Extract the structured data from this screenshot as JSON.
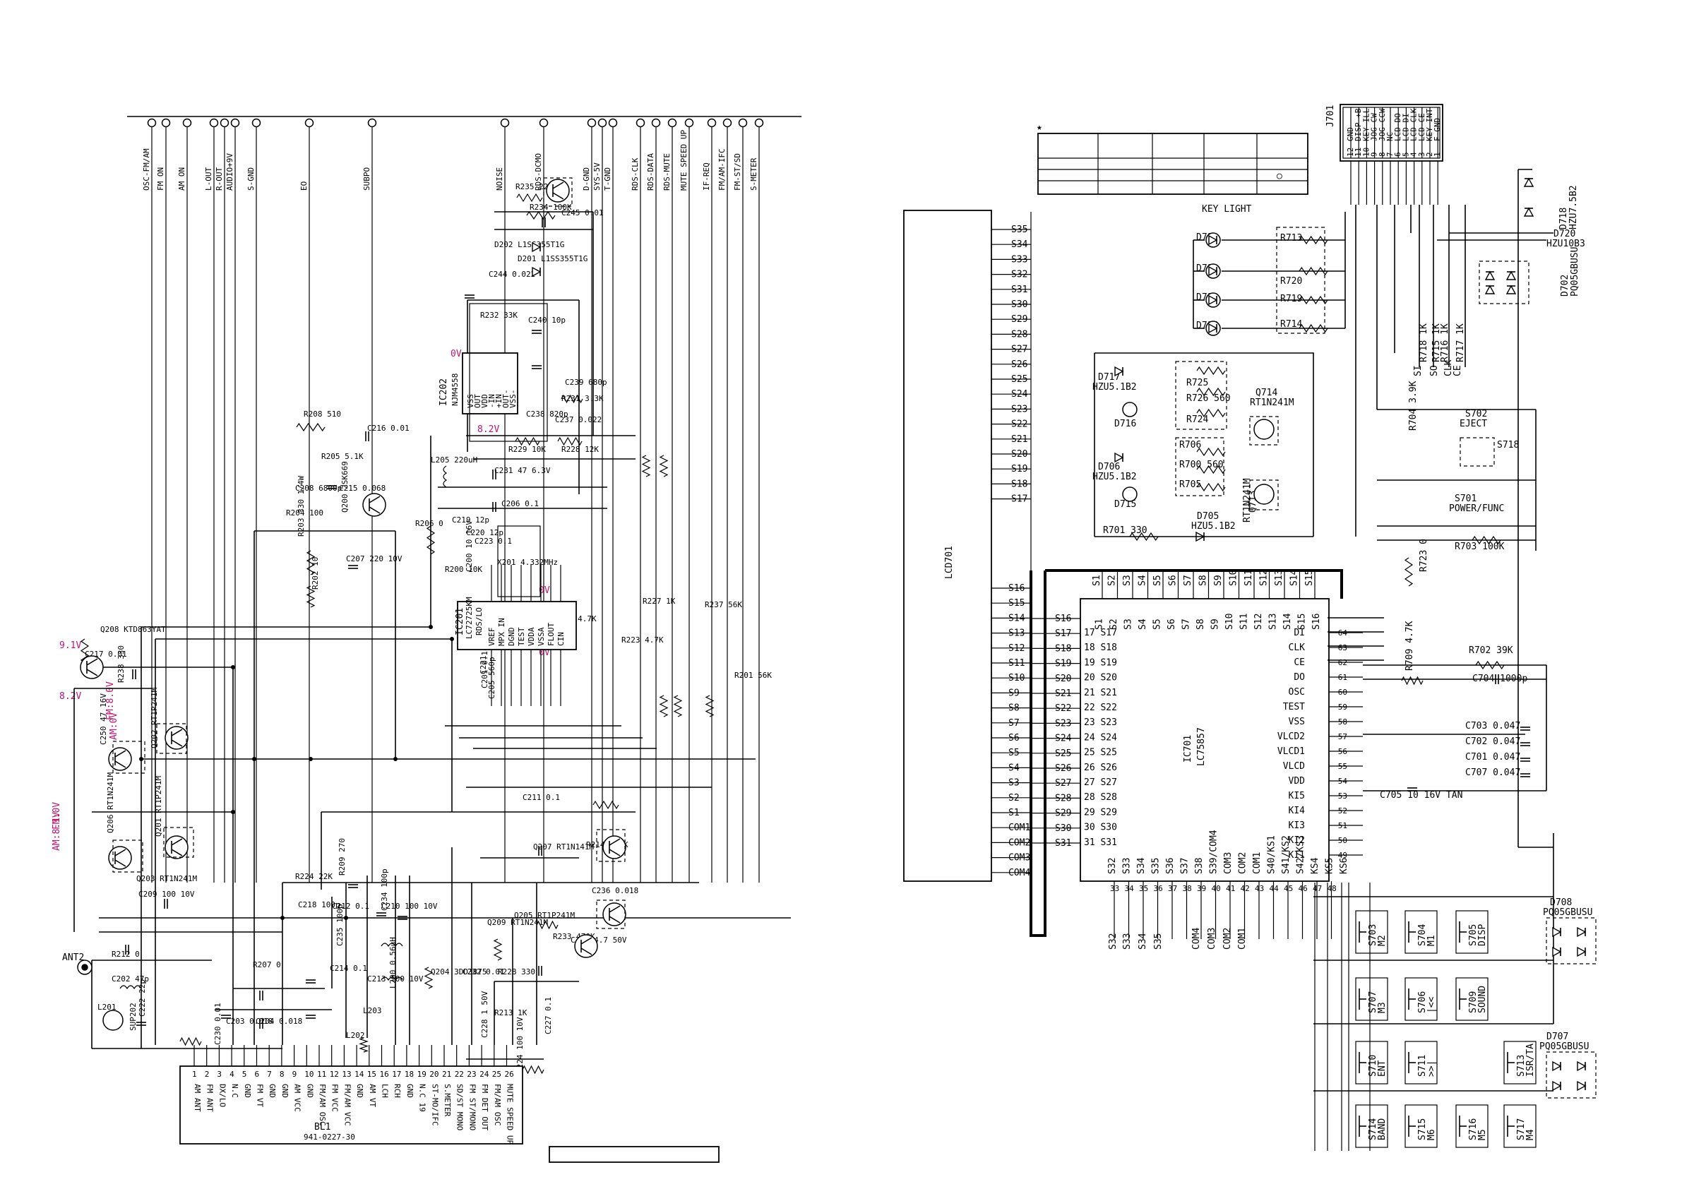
{
  "colors": {
    "ink": "#000000",
    "voltage": "#c0146e",
    "paper": "#ffffff"
  },
  "top_signals": [
    "OSC-FM/AM",
    "FM ON",
    "AM ON",
    "L-OUT",
    "R-OUT",
    "AUDIO+9V",
    "S-GND",
    "EO",
    "SUBPO",
    "NOISE",
    "RDS-DCMO",
    "D-GND",
    "SYS-5V",
    "T-GND",
    "RDS-CLK",
    "RDS-DATA",
    "RDS-MUTE",
    "MUTE SPEED UP",
    "IF-REQ",
    "FM/AM-IFC",
    "FM-ST/SD",
    "S-METER"
  ],
  "tuner": {
    "ref": "BL1",
    "part": "941-0227-30",
    "pins": [
      "AM ANT",
      "FM ANT",
      "DX/LO",
      "N.C",
      "GND",
      "FM VT",
      "GND",
      "GND",
      "AM VCC",
      "GND",
      "FM/AM OSC",
      "FM VCC",
      "FM/AM VCC",
      "GND",
      "AM VT",
      "LCH",
      "RCH",
      "GND",
      "N.C 19",
      "ST-MO/IFC",
      "S.METER",
      "SD/ST MONO",
      "FM ST/MONO",
      "FM DET OUT",
      "FM/AM OSC",
      "MUTE SPEED UP"
    ],
    "ant_ref": "ANT2"
  },
  "ic201": {
    "ref": "IC201",
    "part": "LC72725KM",
    "label": "RDS/LO",
    "pins": [
      "VREF",
      "MPX IN",
      "DGND",
      "TEST",
      "VDDA",
      "VSSA",
      "FLOUT",
      "CIN"
    ]
  },
  "ic202": {
    "ref": "IC202",
    "part": "NJM4558",
    "pins": [
      "VSS",
      "OUT",
      "VDD",
      "-IN",
      "+IN",
      "OUT-",
      "VSS-"
    ]
  },
  "voltages": [
    "9.1V",
    "8.2V",
    "FM:8.0V",
    "AM:0V",
    "AM:8.1V",
    "FM:0V",
    "8.2V",
    "0V",
    "0V",
    "0V"
  ],
  "parts_left": [
    "R235 220",
    "R234 100K",
    "C245 0.01",
    "D202 L1SS355T1G",
    "D201 L1SS355T1G",
    "C244 0.022",
    "R232 33K",
    "C240 10p",
    "C239 680p",
    "R231 3.3K",
    "C238 820p",
    "C237 0.022",
    "R229 10K",
    "R228 12K",
    "R208 510",
    "C216 0.01",
    "R205 5.1K",
    "C215 0.068",
    "Q200 2SK669",
    "C208 6800p",
    "R204 100",
    "R203 330 1/4W",
    "C207 220 10V",
    "R202 10",
    "L205 220uH",
    "C231 47 6.3V",
    "C206 0.1",
    "C219 12p",
    "C220 12p",
    "C223 0.1",
    "X201 4.332MHz",
    "R200 10K",
    "R206 0",
    "C200 10 16V",
    "C221 330p",
    "C201 0.1",
    "C205 560p",
    "R222 4.7K",
    "R223 4.7K",
    "R227 1K",
    "R237 56K",
    "R201 56K",
    "C217 0.01",
    "Q208 KTD863YAT",
    "R238 330",
    "C250 47 16V",
    "Q202 RT1P241M",
    "Q206 RT1N241M",
    "Q201 RT1P241M",
    "Q203 RT1N241M",
    "C209 100 10V",
    "C211 0.1",
    "Q207 RT1N141M",
    "R214 5.6K",
    "C236 0.018",
    "Q209 RT1N241M",
    "Q205 RT1P241M",
    "R233 470K",
    "C233 4.7 50V",
    "R228 330",
    "Q204 3DD3875",
    "C232 0.01",
    "R213 1K",
    "C228 1 50V",
    "C227 0.1",
    "C224 100 10V",
    "R224 22K",
    "C218 100p",
    "R209 270",
    "C212 0.1",
    "C210 100 10V",
    "C234 100p",
    "C235 100p",
    "C214 0.1",
    "C213 100 10V",
    "L203",
    "L202",
    "R207 0",
    "C204 0.018",
    "C203 0.018",
    "C230 0.01",
    "R212 0",
    "C202 47p",
    "L201",
    "SUP202",
    "C222 22p",
    "L200 0.56uH"
  ],
  "lcd": {
    "ref": "LCD701",
    "segments": [
      "S35",
      "S34",
      "S33",
      "S32",
      "S31",
      "S30",
      "S29",
      "S28",
      "S27",
      "S26",
      "S25",
      "S24",
      "S23",
      "S22",
      "S21",
      "S20",
      "S19",
      "S18",
      "S17"
    ],
    "segments2": [
      "S16",
      "S15",
      "S14",
      "S13",
      "S12",
      "S11",
      "S10",
      "S9",
      "S8",
      "S7",
      "S6",
      "S5",
      "S4",
      "S3",
      "S2",
      "S1",
      "COM1",
      "COM2",
      "COM3",
      "COM4"
    ]
  },
  "ic701": {
    "ref": "IC701",
    "part": "LC75857",
    "top_pins": [
      "S15",
      "S14",
      "S13",
      "S12",
      "S11",
      "S10",
      "S9",
      "S8",
      "S7",
      "S6",
      "S5",
      "S4",
      "S3",
      "S2",
      "S1"
    ],
    "top_inner": [
      "S16",
      "S15",
      "S14",
      "S13",
      "S12",
      "S11",
      "S10",
      "S9",
      "S8",
      "S7",
      "S6",
      "S5",
      "S4",
      "S3",
      "S2",
      "S1"
    ],
    "left_pins": [
      "17 S17",
      "18 S18",
      "19 S19",
      "20 S20",
      "21 S21",
      "22 S22",
      "23 S23",
      "24 S24",
      "25 S25",
      "26 S26",
      "27 S27",
      "28 S28",
      "29 S29",
      "30 S30",
      "31 S31"
    ],
    "left_outer": [
      "S16",
      "S17",
      "S18",
      "S19",
      "S20",
      "S21",
      "S22",
      "S23",
      "S24",
      "S25",
      "S26",
      "S27",
      "S28",
      "S29",
      "S30",
      "S31"
    ],
    "right_pins": [
      {
        "name": "DI",
        "num": "64"
      },
      {
        "name": "CLK",
        "num": "63"
      },
      {
        "name": "CE",
        "num": "62"
      },
      {
        "name": "DO",
        "num": "61"
      },
      {
        "name": "OSC",
        "num": "60"
      },
      {
        "name": "TEST",
        "num": "59"
      },
      {
        "name": "VSS",
        "num": "58"
      },
      {
        "name": "VLCD2",
        "num": "57"
      },
      {
        "name": "VLCD1",
        "num": "56"
      },
      {
        "name": "VLCD",
        "num": "55"
      },
      {
        "name": "VDD",
        "num": "54"
      },
      {
        "name": "KI5",
        "num": "53"
      },
      {
        "name": "KI4",
        "num": "52"
      },
      {
        "name": "KI3",
        "num": "51"
      },
      {
        "name": "KI2",
        "num": "50"
      },
      {
        "name": "KI1",
        "num": "49"
      }
    ],
    "bottom_pins": [
      "S32",
      "S33",
      "S34",
      "S35",
      "S36",
      "S37",
      "S38",
      "S39/COM4",
      "COM3",
      "COM2",
      "COM1",
      "S40/KS1",
      "S41/KS2",
      "S42/KS3",
      "KS4",
      "KS5",
      "KS6"
    ],
    "bottom_nums": [
      "33",
      "34",
      "35",
      "36",
      "37",
      "38",
      "39",
      "40",
      "41",
      "42",
      "43",
      "44",
      "45",
      "46",
      "47",
      "48"
    ],
    "bottom_out": [
      "S32",
      "S33",
      "S34",
      "S35",
      "COM4",
      "COM3",
      "COM2",
      "COM1"
    ]
  },
  "j701": {
    "ref": "J701",
    "pins": [
      {
        "n": "12",
        "s": "GND"
      },
      {
        "n": "11",
        "s": "DISP +B"
      },
      {
        "n": "10",
        "s": "KEY ILL"
      },
      {
        "n": "9",
        "s": "JOG-CW"
      },
      {
        "n": "8",
        "s": "JOG-CCW"
      },
      {
        "n": "7",
        "s": "NC"
      },
      {
        "n": "6",
        "s": "LCD-DO"
      },
      {
        "n": "5",
        "s": "LCD-DI"
      },
      {
        "n": "4",
        "s": "LCD-CLK"
      },
      {
        "n": "3",
        "s": "LCD-CE"
      },
      {
        "n": "2",
        "s": "KEY INT"
      },
      {
        "n": "1",
        "s": "F-GND"
      }
    ]
  },
  "parts_right": [
    "KEY LIGHT",
    "D711",
    "D713",
    "D712",
    "D714",
    "R713",
    "R720",
    "R719",
    "R714",
    "D718 HZU7.5B2",
    "D720 HZU10B3",
    "D702 PQ05GBUSU",
    "R718 1K",
    "R715 1K",
    "R716 1K",
    "R717 1K",
    "SI",
    "SO",
    "CLK",
    "CE",
    "D717 HZU5.1B2",
    "D716",
    "R725",
    "R726 560",
    "R724",
    "Q714 RT1N241M",
    "D706 HZU5.1B2",
    "D715",
    "R706",
    "R700 560",
    "R705",
    "Q713 RT1N241M",
    "D705 HZU5.1B2",
    "R701 330",
    "S702 EJECT",
    "R704 3.9K",
    "S718",
    "S701 POWER/FUNC",
    "R703 100K",
    "R723 0",
    "R702 39K",
    "R709 4.7K",
    "C704 1000p",
    "C703 0.047",
    "C702 0.047",
    "C701 0.047",
    "C707 0.047",
    "C705 10 16V TAN",
    "D708 PQ05GBUSU",
    "D707 PQ05GBUSU"
  ],
  "switches": [
    {
      "ref": "S703",
      "fn": "M2"
    },
    {
      "ref": "S704",
      "fn": "M1"
    },
    {
      "ref": "S705",
      "fn": "DISP"
    },
    {
      "ref": "S707",
      "fn": "M3"
    },
    {
      "ref": "S706",
      "fn": "|<<"
    },
    {
      "ref": "S709",
      "fn": "SOUND"
    },
    {
      "ref": "S710",
      "fn": "ENT"
    },
    {
      "ref": "S711",
      "fn": ">>|"
    },
    {
      "ref": "S713",
      "fn": "ISR/TA"
    },
    {
      "ref": "S714",
      "fn": "BAND"
    },
    {
      "ref": "S715",
      "fn": "M6"
    },
    {
      "ref": "S716",
      "fn": "M5"
    },
    {
      "ref": "S717",
      "fn": "M4"
    }
  ],
  "marks": {
    "star": "★",
    "circle": "○"
  }
}
